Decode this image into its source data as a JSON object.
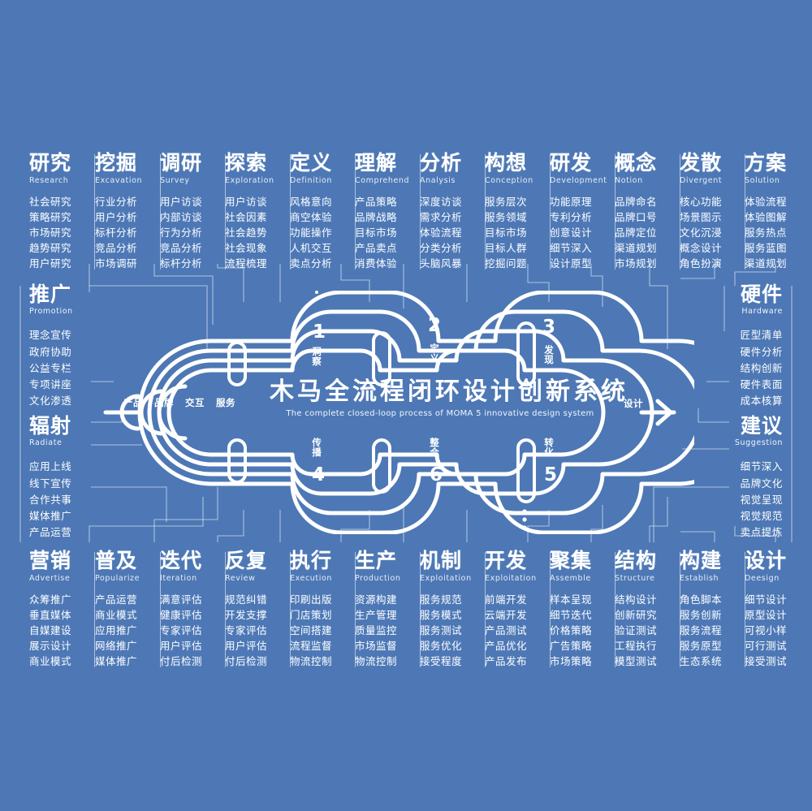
{
  "theme": {
    "background": "#4d78b5",
    "ink": "#ffffff",
    "line": "#ffffff"
  },
  "center": {
    "title_cn": "木马全流程闭环设计创新系统",
    "title_en": "The complete closed-loop process of MOMA  5 innovative design system",
    "left_tags": [
      "产品",
      "品牌",
      "交互",
      "服务"
    ],
    "right_tag": "设计",
    "top_nodes": [
      {
        "num": "1",
        "label": "洞察"
      },
      {
        "num": "2",
        "label": "定义"
      },
      {
        "num": "3",
        "label": "发现"
      }
    ],
    "bottom_nodes": [
      {
        "num": "4",
        "label": "传播"
      },
      {
        "num": "6",
        "label": "整合"
      },
      {
        "num": "5",
        "label": "转化"
      }
    ]
  },
  "top_columns": [
    {
      "cn": "研究",
      "en": "Research",
      "items": [
        "社会研究",
        "策略研究",
        "市场研究",
        "趋势研究",
        "用户研究"
      ]
    },
    {
      "cn": "挖掘",
      "en": "Excavation",
      "items": [
        "行业分析",
        "用户分析",
        "标杆分析",
        "竞品分析",
        "市场调研"
      ]
    },
    {
      "cn": "调研",
      "en": "Survey",
      "items": [
        "用户访谈",
        "内部访谈",
        "行为分析",
        "竞品分析",
        "标杆分析"
      ]
    },
    {
      "cn": "探索",
      "en": "Exploration",
      "items": [
        "用户访谈",
        "社会因素",
        "社会趋势",
        "社会现象",
        "流程梳理"
      ]
    },
    {
      "cn": "定义",
      "en": "Definition",
      "items": [
        "风格意向",
        "商空体验",
        "功能操作",
        "人机交互",
        "卖点分析"
      ]
    },
    {
      "cn": "理解",
      "en": "Comprehend",
      "items": [
        "产品策略",
        "品牌战略",
        "目标市场",
        "产品卖点",
        "消费体验"
      ]
    },
    {
      "cn": "分析",
      "en": "Analysis",
      "items": [
        "深度访谈",
        "需求分析",
        "体验流程",
        "分类分析",
        "头脑风暴"
      ]
    },
    {
      "cn": "构想",
      "en": "Conception",
      "items": [
        "服务层次",
        "服务领域",
        "目标市场",
        "目标人群",
        "挖掘问题"
      ]
    },
    {
      "cn": "研发",
      "en": "Development",
      "items": [
        "功能原理",
        "专利分析",
        "创意设计",
        "细节深入",
        "设计原型"
      ]
    },
    {
      "cn": "概念",
      "en": "Notion",
      "items": [
        "品牌命名",
        "品牌口号",
        "品牌定位",
        "渠道规划",
        "市场规划"
      ]
    },
    {
      "cn": "发散",
      "en": "Divergent",
      "items": [
        "核心功能",
        "场景图示",
        "文化沉浸",
        "概念设计",
        "角色扮演"
      ]
    },
    {
      "cn": "方案",
      "en": "Solution",
      "items": [
        "体验流程",
        "体验图解",
        "服务热点",
        "服务蓝图",
        "渠道规划"
      ]
    }
  ],
  "bottom_columns": [
    {
      "cn": "营销",
      "en": "Advertise",
      "items": [
        "众筹推广",
        "垂直媒体",
        "自媒建设",
        "展示设计",
        "商业模式"
      ]
    },
    {
      "cn": "普及",
      "en": "Popularize",
      "items": [
        "产品运营",
        "商业模式",
        "应用推广",
        "网络推广",
        "媒体推广"
      ]
    },
    {
      "cn": "迭代",
      "en": "Iteration",
      "items": [
        "满意评估",
        "健康评估",
        "专家评估",
        "用户评估",
        "付后检测"
      ]
    },
    {
      "cn": "反复",
      "en": "Review",
      "items": [
        "规范纠错",
        "开发支撑",
        "专家评估",
        "用户评估",
        "付后检测"
      ]
    },
    {
      "cn": "执行",
      "en": "Execution",
      "items": [
        "印刷出版",
        "门店策划",
        "空间搭建",
        "流程监督",
        "物流控制"
      ]
    },
    {
      "cn": "生产",
      "en": "Production",
      "items": [
        "资源构建",
        "生产管理",
        "质量监控",
        "市场监督",
        "物流控制"
      ]
    },
    {
      "cn": "机制",
      "en": "Exploitation",
      "items": [
        "服务规范",
        "服务模式",
        "服务测试",
        "服务优化",
        "接受程度"
      ]
    },
    {
      "cn": "开发",
      "en": "Exploitation",
      "items": [
        "前端开发",
        "云端开发",
        "产品测试",
        "产品优化",
        "产品发布"
      ]
    },
    {
      "cn": "聚集",
      "en": "Assemble",
      "items": [
        "样本呈现",
        "细节迭代",
        "价格策略",
        "广告策略",
        "市场策略"
      ]
    },
    {
      "cn": "结构",
      "en": "Structure",
      "items": [
        "结构设计",
        "创新研究",
        "验证测试",
        "工程执行",
        "模型测试"
      ]
    },
    {
      "cn": "构建",
      "en": "Establish",
      "items": [
        "角色脚本",
        "服务创新",
        "服务流程",
        "服务原型",
        "生态系统"
      ]
    },
    {
      "cn": "设计",
      "en": "Deesign",
      "items": [
        "细节设计",
        "原型设计",
        "可视小样",
        "可行测试",
        "接受测试"
      ]
    }
  ],
  "left_panels": [
    {
      "cn": "推广",
      "en": "Promotion",
      "items": [
        "理念宣传",
        "政府协助",
        "公益专栏",
        "专项讲座",
        "文化渗透"
      ]
    },
    {
      "cn": "辐射",
      "en": "Radiate",
      "items": [
        "应用上线",
        "线下宣传",
        "合作共事",
        "媒体推广",
        "产品运营"
      ]
    }
  ],
  "right_panels": [
    {
      "cn": "硬件",
      "en": "Hardware",
      "items": [
        "匠型清单",
        "硬件分析",
        "结构创新",
        "硬件表面",
        "成本核算"
      ]
    },
    {
      "cn": "建议",
      "en": "Suggestion",
      "items": [
        "细节深入",
        "品牌文化",
        "视觉呈现",
        "视觉规范",
        "卖点提炼"
      ]
    }
  ]
}
